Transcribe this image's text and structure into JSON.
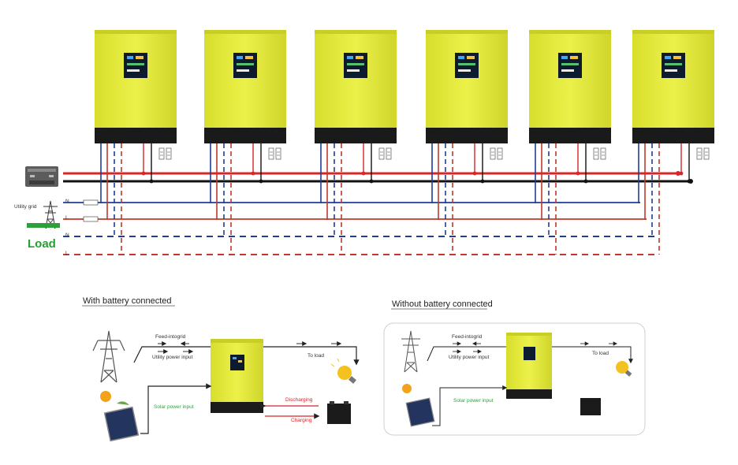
{
  "top": {
    "utility_grid_label": "Utility grid",
    "load_label": "Load",
    "line_labels": [
      "N",
      "L",
      "N",
      "L"
    ],
    "inverter_count": 6,
    "colors": {
      "inverter": "#e6ec3c",
      "dc_positive": "#d62828",
      "dc_negative": "#111111",
      "ac_neutral": "#1f3d99",
      "ac_line": "#c0392b"
    }
  },
  "panels": [
    {
      "title": "With battery connected",
      "feed_label": "Feed-intogrid",
      "utility_label": "Utility power input",
      "load_label": "To load",
      "solar_label": "Solar power input",
      "discharging_label": "Discharging",
      "charging_label": "Charging"
    },
    {
      "title": "Without battery connected",
      "feed_label": "Feed-intogrid",
      "utility_label": "Utility power input",
      "load_label": "To load",
      "solar_label": "Solar power input"
    }
  ]
}
